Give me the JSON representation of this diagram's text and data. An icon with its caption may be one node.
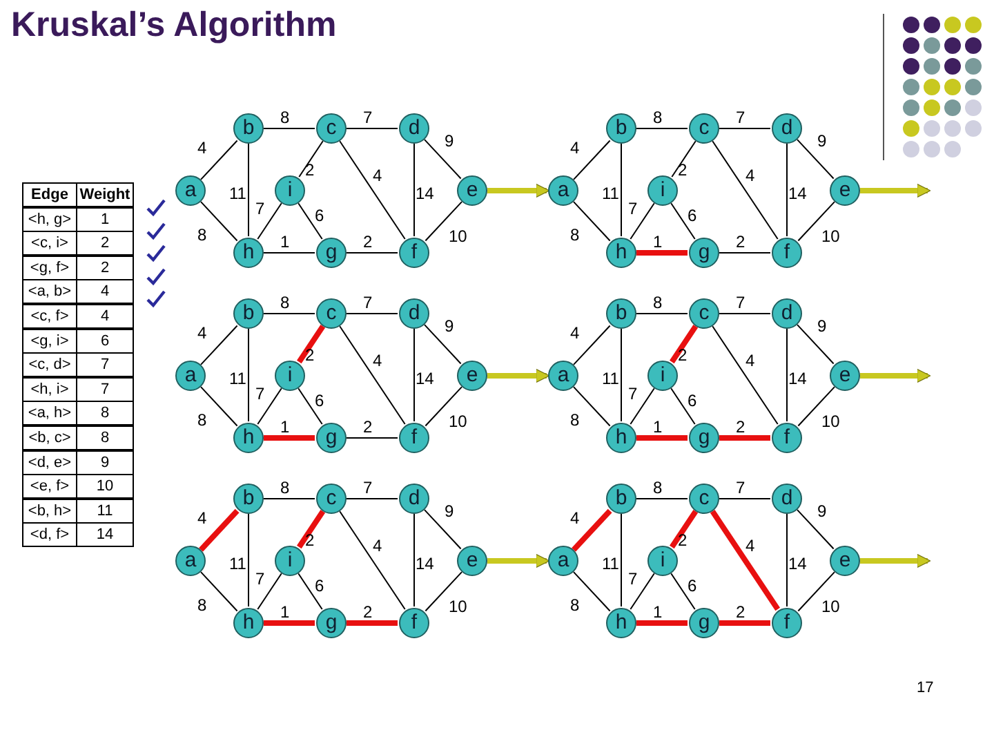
{
  "diagram": {
    "title": "Kruskal’s Algorithm",
    "nodes": [
      {
        "text": [
          "b"
        ]
      },
      {
        "text": [
          "c"
        ]
      },
      {
        "text": [
          "d"
        ]
      },
      {
        "text": [
          "a"
        ]
      },
      {
        "text": [
          "i"
        ]
      },
      {
        "text": [
          "e"
        ]
      },
      {
        "text": [
          "h"
        ]
      },
      {
        "text": [
          "g"
        ]
      },
      {
        "text": [
          "f"
        ]
      },
      {
        "text": [
          "b"
        ]
      },
      {
        "text": [
          "c"
        ]
      },
      {
        "text": [
          "d"
        ]
      },
      {
        "text": [
          "a"
        ]
      },
      {
        "text": [
          "i"
        ]
      },
      {
        "text": [
          "e"
        ]
      },
      {
        "text": [
          "h"
        ]
      },
      {
        "text": [
          "g"
        ]
      },
      {
        "text": [
          "f"
        ]
      },
      {
        "text": [
          "b"
        ]
      },
      {
        "text": [
          "c"
        ]
      },
      {
        "text": [
          "d"
        ]
      },
      {
        "text": [
          "a"
        ]
      },
      {
        "text": [
          "i"
        ]
      },
      {
        "text": [
          "e"
        ]
      },
      {
        "text": [
          "h"
        ]
      },
      {
        "text": [
          "g"
        ]
      },
      {
        "text": [
          "f"
        ]
      },
      {
        "text": [
          "b"
        ]
      },
      {
        "text": [
          "c"
        ]
      },
      {
        "text": [
          "d"
        ]
      },
      {
        "text": [
          "a"
        ]
      },
      {
        "text": [
          "i"
        ]
      },
      {
        "text": [
          "e"
        ]
      },
      {
        "text": [
          "h"
        ]
      },
      {
        "text": [
          "g"
        ]
      },
      {
        "text": [
          "f"
        ]
      },
      {
        "text": [
          "b"
        ]
      },
      {
        "text": [
          "c"
        ]
      },
      {
        "text": [
          "d"
        ]
      },
      {
        "text": [
          "a"
        ]
      },
      {
        "text": [
          "i"
        ]
      },
      {
        "text": [
          "e"
        ]
      },
      {
        "text": [
          "h"
        ]
      },
      {
        "text": [
          "g"
        ]
      },
      {
        "text": [
          "f"
        ]
      },
      {
        "text": [
          "b"
        ]
      },
      {
        "text": [
          "c"
        ]
      },
      {
        "text": [
          "d"
        ]
      },
      {
        "text": [
          "a"
        ]
      },
      {
        "text": [
          "i"
        ]
      },
      {
        "text": [
          "e"
        ]
      },
      {
        "text": [
          "h"
        ]
      },
      {
        "text": [
          "g"
        ]
      },
      {
        "text": [
          "f"
        ]
      }
    ],
    "edges": [
      {
        "from": 3,
        "to": 0,
        "arrow": "none",
        "label": "4"
      },
      {
        "from": 0,
        "to": 1,
        "arrow": "none",
        "label": "8"
      },
      {
        "from": 1,
        "to": 2,
        "arrow": "none",
        "label": "7"
      },
      {
        "from": 2,
        "to": 5,
        "arrow": "none",
        "label": "9"
      },
      {
        "from": 3,
        "to": 6,
        "arrow": "none",
        "label": "8"
      },
      {
        "from": 0,
        "to": 6,
        "arrow": "none",
        "label": "11"
      },
      {
        "from": 1,
        "to": 4,
        "arrow": "none",
        "label": "2"
      },
      {
        "from": 1,
        "to": 8,
        "arrow": "none",
        "label": "4"
      },
      {
        "from": 2,
        "to": 8,
        "arrow": "none",
        "label": "14"
      },
      {
        "from": 4,
        "to": 6,
        "arrow": "none",
        "label": "7"
      },
      {
        "from": 4,
        "to": 7,
        "arrow": "none",
        "label": "6"
      },
      {
        "from": 6,
        "to": 7,
        "arrow": "none",
        "label": "1"
      },
      {
        "from": 7,
        "to": 8,
        "arrow": "none",
        "label": "2"
      },
      {
        "from": 5,
        "to": 8,
        "arrow": "none",
        "label": "10"
      },
      {
        "from": 12,
        "to": 9,
        "arrow": "none",
        "label": "4"
      },
      {
        "from": 9,
        "to": 10,
        "arrow": "none",
        "label": "8"
      },
      {
        "from": 10,
        "to": 11,
        "arrow": "none",
        "label": "7"
      },
      {
        "from": 11,
        "to": 14,
        "arrow": "none",
        "label": "9"
      },
      {
        "from": 12,
        "to": 15,
        "arrow": "none",
        "label": "8"
      },
      {
        "from": 9,
        "to": 15,
        "arrow": "none",
        "label": "11"
      },
      {
        "from": 10,
        "to": 13,
        "arrow": "none",
        "label": "2"
      },
      {
        "from": 10,
        "to": 17,
        "arrow": "none",
        "label": "4"
      },
      {
        "from": 11,
        "to": 17,
        "arrow": "none",
        "label": "14"
      },
      {
        "from": 13,
        "to": 15,
        "arrow": "none",
        "label": "7"
      },
      {
        "from": 13,
        "to": 16,
        "arrow": "none",
        "label": "6"
      },
      {
        "from": 15,
        "to": 16,
        "arrow": "none",
        "label": "1",
        "style": "thick",
        "color": "#e81010"
      },
      {
        "from": 16,
        "to": 17,
        "arrow": "none",
        "label": "2"
      },
      {
        "from": 14,
        "to": 17,
        "arrow": "none",
        "label": "10"
      },
      {
        "from": 21,
        "to": 18,
        "arrow": "none",
        "label": "4"
      },
      {
        "from": 18,
        "to": 19,
        "arrow": "none",
        "label": "8"
      },
      {
        "from": 19,
        "to": 20,
        "arrow": "none",
        "label": "7"
      },
      {
        "from": 20,
        "to": 23,
        "arrow": "none",
        "label": "9"
      },
      {
        "from": 21,
        "to": 24,
        "arrow": "none",
        "label": "8"
      },
      {
        "from": 18,
        "to": 24,
        "arrow": "none",
        "label": "11"
      },
      {
        "from": 19,
        "to": 22,
        "arrow": "none",
        "label": "2",
        "style": "thick",
        "color": "#e81010"
      },
      {
        "from": 19,
        "to": 26,
        "arrow": "none",
        "label": "4"
      },
      {
        "from": 20,
        "to": 26,
        "arrow": "none",
        "label": "14"
      },
      {
        "from": 22,
        "to": 24,
        "arrow": "none",
        "label": "7"
      },
      {
        "from": 22,
        "to": 25,
        "arrow": "none",
        "label": "6"
      },
      {
        "from": 24,
        "to": 25,
        "arrow": "none",
        "label": "1",
        "style": "thick",
        "color": "#e81010"
      },
      {
        "from": 25,
        "to": 26,
        "arrow": "none",
        "label": "2"
      },
      {
        "from": 23,
        "to": 26,
        "arrow": "none",
        "label": "10"
      },
      {
        "from": 30,
        "to": 27,
        "arrow": "none",
        "label": "4"
      },
      {
        "from": 27,
        "to": 28,
        "arrow": "none",
        "label": "8"
      },
      {
        "from": 28,
        "to": 29,
        "arrow": "none",
        "label": "7"
      },
      {
        "from": 29,
        "to": 32,
        "arrow": "none",
        "label": "9"
      },
      {
        "from": 30,
        "to": 33,
        "arrow": "none",
        "label": "8"
      },
      {
        "from": 27,
        "to": 33,
        "arrow": "none",
        "label": "11"
      },
      {
        "from": 28,
        "to": 31,
        "arrow": "none",
        "label": "2",
        "style": "thick",
        "color": "#e81010"
      },
      {
        "from": 28,
        "to": 35,
        "arrow": "none",
        "label": "4"
      },
      {
        "from": 29,
        "to": 35,
        "arrow": "none",
        "label": "14"
      },
      {
        "from": 31,
        "to": 33,
        "arrow": "none",
        "label": "7"
      },
      {
        "from": 31,
        "to": 34,
        "arrow": "none",
        "label": "6"
      },
      {
        "from": 33,
        "to": 34,
        "arrow": "none",
        "label": "1",
        "style": "thick",
        "color": "#e81010"
      },
      {
        "from": 34,
        "to": 35,
        "arrow": "none",
        "label": "2",
        "style": "thick",
        "color": "#e81010"
      },
      {
        "from": 32,
        "to": 35,
        "arrow": "none",
        "label": "10"
      },
      {
        "from": 39,
        "to": 36,
        "arrow": "none",
        "label": "4",
        "style": "thick",
        "color": "#e81010"
      },
      {
        "from": 36,
        "to": 37,
        "arrow": "none",
        "label": "8"
      },
      {
        "from": 37,
        "to": 38,
        "arrow": "none",
        "label": "7"
      },
      {
        "from": 38,
        "to": 41,
        "arrow": "none",
        "label": "9"
      },
      {
        "from": 39,
        "to": 42,
        "arrow": "none",
        "label": "8"
      },
      {
        "from": 36,
        "to": 42,
        "arrow": "none",
        "label": "11"
      },
      {
        "from": 37,
        "to": 40,
        "arrow": "none",
        "label": "2",
        "style": "thick",
        "color": "#e81010"
      },
      {
        "from": 37,
        "to": 44,
        "arrow": "none",
        "label": "4"
      },
      {
        "from": 38,
        "to": 44,
        "arrow": "none",
        "label": "14"
      },
      {
        "from": 40,
        "to": 42,
        "arrow": "none",
        "label": "7"
      },
      {
        "from": 40,
        "to": 43,
        "arrow": "none",
        "label": "6"
      },
      {
        "from": 42,
        "to": 43,
        "arrow": "none",
        "label": "1",
        "style": "thick",
        "color": "#e81010"
      },
      {
        "from": 43,
        "to": 44,
        "arrow": "none",
        "label": "2",
        "style": "thick",
        "color": "#e81010"
      },
      {
        "from": 41,
        "to": 44,
        "arrow": "none",
        "label": "10"
      },
      {
        "from": 48,
        "to": 45,
        "arrow": "none",
        "label": "4",
        "style": "thick",
        "color": "#e81010"
      },
      {
        "from": 45,
        "to": 46,
        "arrow": "none",
        "label": "8"
      },
      {
        "from": 46,
        "to": 47,
        "arrow": "none",
        "label": "7"
      },
      {
        "from": 47,
        "to": 50,
        "arrow": "none",
        "label": "9"
      },
      {
        "from": 48,
        "to": 51,
        "arrow": "none",
        "label": "8"
      },
      {
        "from": 45,
        "to": 51,
        "arrow": "none",
        "label": "11"
      },
      {
        "from": 46,
        "to": 49,
        "arrow": "none",
        "label": "2",
        "style": "thick",
        "color": "#e81010"
      },
      {
        "from": 46,
        "to": 53,
        "arrow": "none",
        "label": "4",
        "style": "thick",
        "color": "#e81010"
      },
      {
        "from": 47,
        "to": 53,
        "arrow": "none",
        "label": "14"
      },
      {
        "from": 49,
        "to": 51,
        "arrow": "none",
        "label": "7"
      },
      {
        "from": 49,
        "to": 52,
        "arrow": "none",
        "label": "6"
      },
      {
        "from": 51,
        "to": 52,
        "arrow": "none",
        "label": "1",
        "style": "thick",
        "color": "#e81010"
      },
      {
        "from": 52,
        "to": 53,
        "arrow": "none",
        "label": "2",
        "style": "thick",
        "color": "#e81010"
      },
      {
        "from": 50,
        "to": 53,
        "arrow": "none",
        "label": "10"
      },
      {
        "from": 5,
        "to": 12,
        "arrow": "to",
        "style": "thick",
        "color": "#c8c820"
      },
      {
        "from": 14,
        "to": null,
        "arrow": "to",
        "style": "thick",
        "color": "#c8c820"
      },
      {
        "from": 23,
        "to": 30,
        "arrow": "to",
        "style": "thick",
        "color": "#c8c820"
      },
      {
        "from": 32,
        "to": null,
        "arrow": "to",
        "style": "thick",
        "color": "#c8c820"
      },
      {
        "from": 41,
        "to": 48,
        "arrow": "to",
        "style": "thick",
        "color": "#c8c820"
      },
      {
        "from": 50,
        "to": null,
        "arrow": "to",
        "style": "thick",
        "color": "#c8c820"
      }
    ],
    "labels": [
      "Edge",
      "Weight",
      "<h, g>",
      "1",
      "<c, i>",
      "2",
      "<g, f>",
      "2",
      "<a, b>",
      "4",
      "<c, f>",
      "4",
      "<g, i>",
      "6",
      "<c, d>",
      "7",
      "<h, i>",
      "7",
      "<a, h>",
      "8",
      "<b, c>",
      "8",
      "<d, e>",
      "9",
      "<e, f>",
      "10",
      "<b, h>",
      "11",
      "<d, f>",
      "14",
      "17"
    ]
  }
}
